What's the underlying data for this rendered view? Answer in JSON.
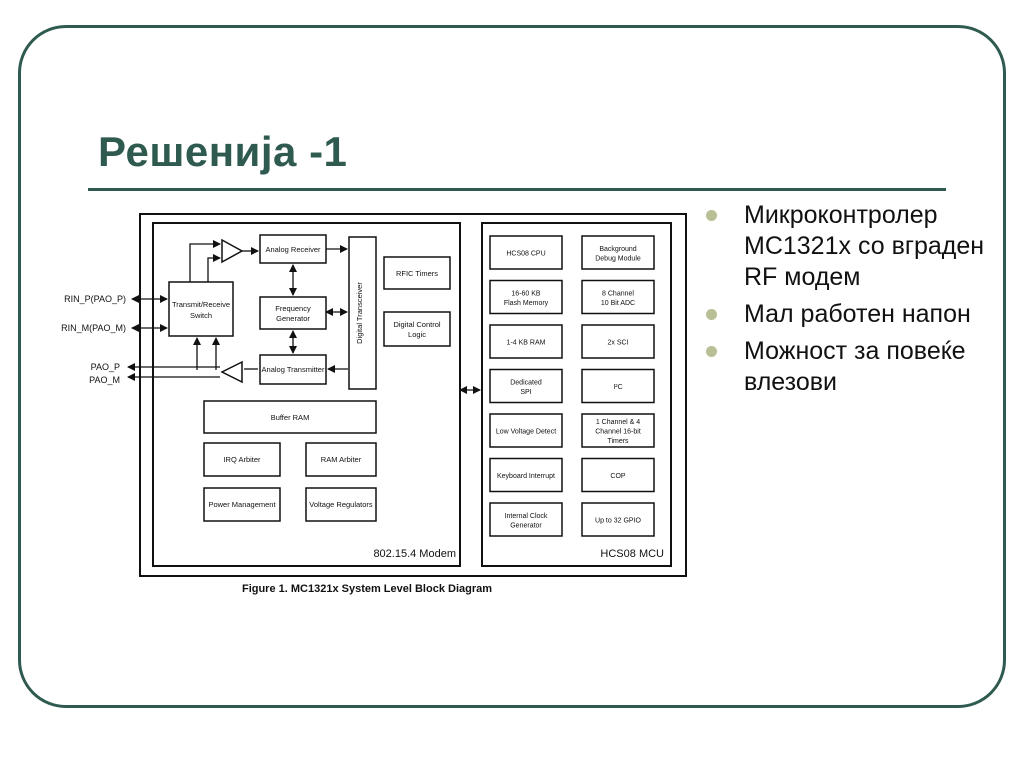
{
  "slide": {
    "title": "Решенија -1",
    "bullets": [
      "Микроконтролер MC1321x со вграден RF модем",
      "Мал работен напон",
      "Можност за повеќе влезови"
    ]
  },
  "diagram": {
    "caption": "Figure 1. MC1321x System Level Block Diagram",
    "modem": {
      "label": "802.15.4 Modem",
      "analog_receiver": "Analog Receiver",
      "switch": [
        "Transmit/Receive",
        "Switch"
      ],
      "frequency_generator": [
        "Frequency",
        "Generator"
      ],
      "analog_transmitter": "Analog Transmitter",
      "digital_transceiver": "Digital Transceiver",
      "rfic_timers": "RFIC Timers",
      "digital_control_logic": [
        "Digital Control",
        "Logic"
      ],
      "buffer_ram": "Buffer RAM",
      "irq_arbiter": "IRQ Arbiter",
      "ram_arbiter": "RAM Arbiter",
      "power_management": "Power Management",
      "voltage_regulators": "Voltage Regulators",
      "pins": [
        "RIN_P(PAO_P)",
        "RIN_M(PAO_M)",
        "PAO_P",
        "PAO_M"
      ]
    },
    "mcu": {
      "label": "HCS08 MCU",
      "blocks": [
        [
          "HCS08 CPU"
        ],
        [
          "Background",
          "Debug Module"
        ],
        [
          "16-60 KB",
          "Flash Memory"
        ],
        [
          "8 Channel",
          "10 Bit ADC"
        ],
        [
          "1-4 KB RAM"
        ],
        [
          "2x SCI"
        ],
        [
          "Dedicated",
          "SPI"
        ],
        [
          "I²C"
        ],
        [
          "Low Voltage Detect"
        ],
        [
          "1 Channel & 4",
          "Channel 16-bit",
          "Timers"
        ],
        [
          "Keyboard Interrupt"
        ],
        [
          "COP"
        ],
        [
          "Internal Clock",
          "Generator"
        ],
        [
          "Up to 32 GPIO"
        ]
      ]
    }
  }
}
